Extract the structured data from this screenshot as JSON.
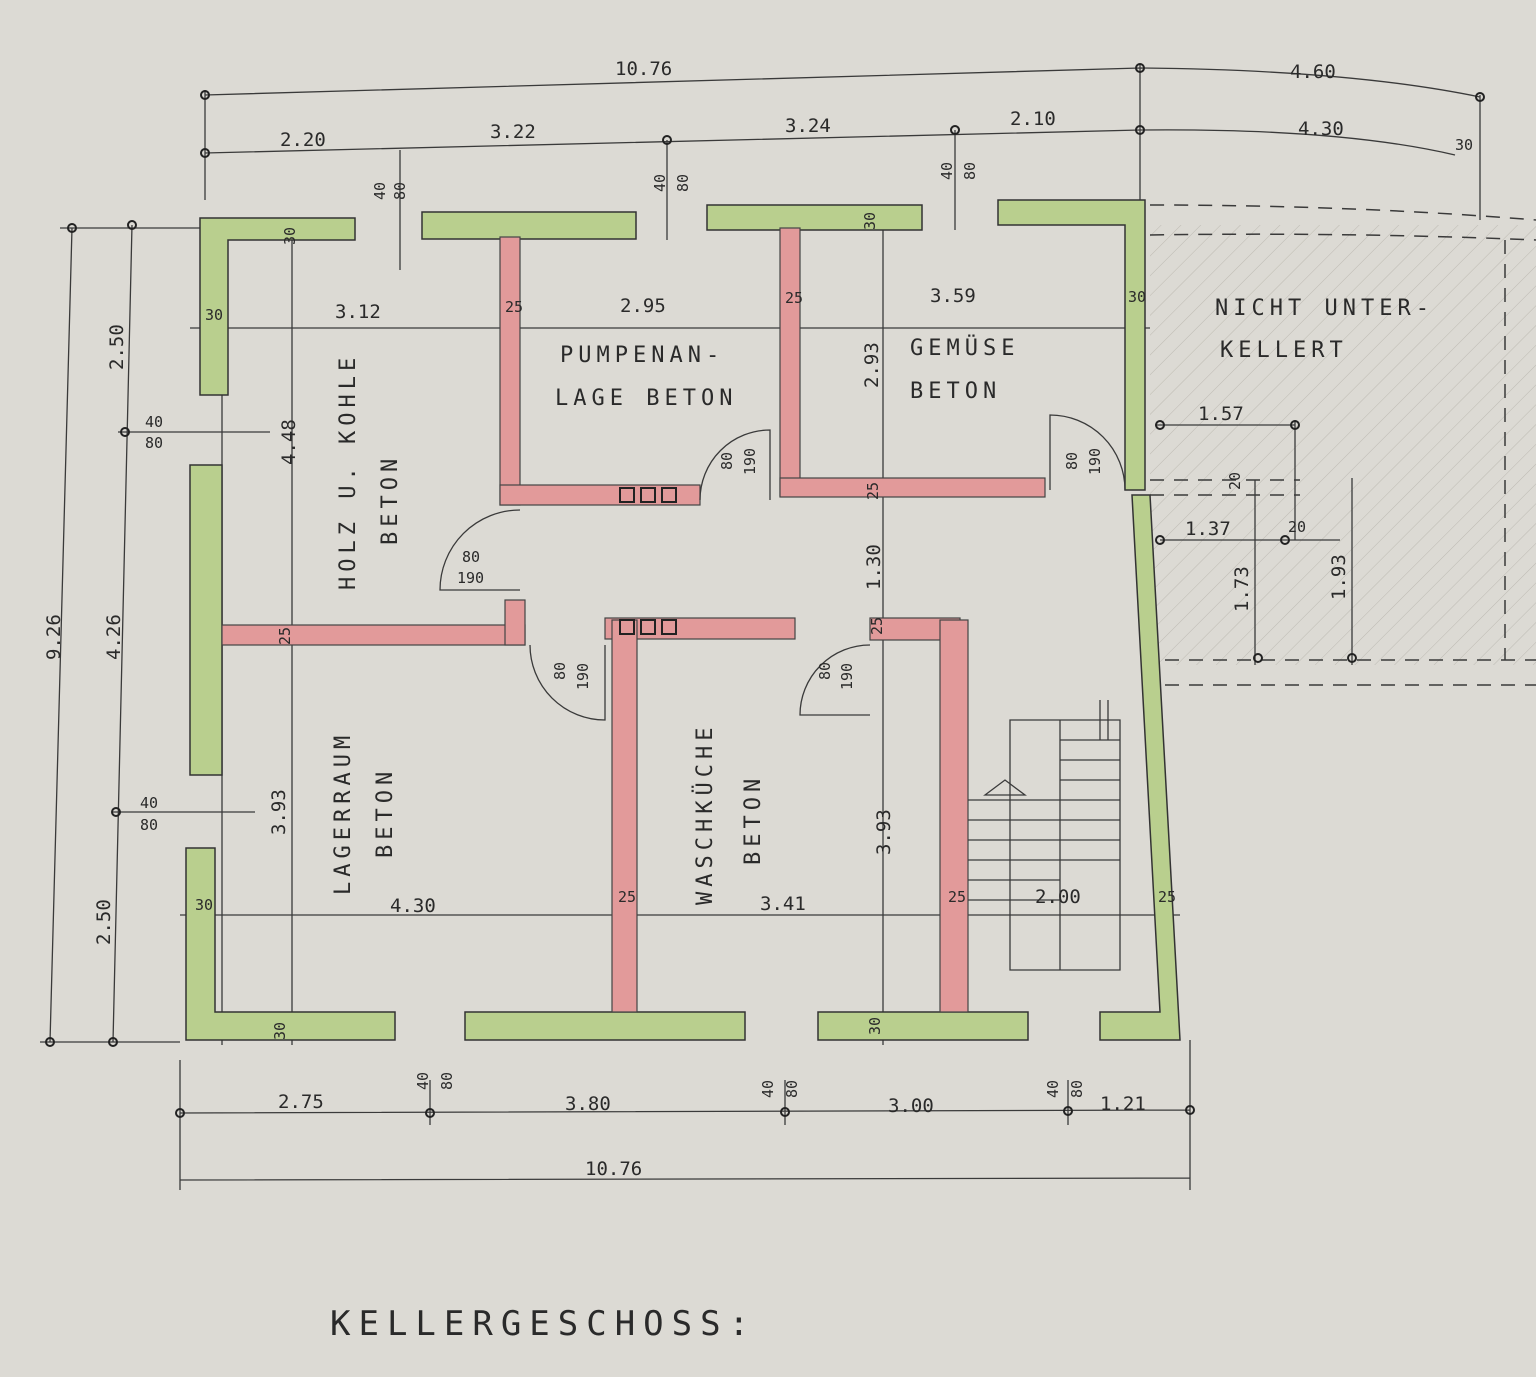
{
  "title": "KELLERGESCHOSS:",
  "colors": {
    "paper": "#dcdad4",
    "exterior_wall": "#b9cf8e",
    "interior_wall": "#e29a9a",
    "ink": "#2a2a2a"
  },
  "rooms": {
    "holz": [
      "HOLZ U. KOHLE",
      "BETON"
    ],
    "pumpen": [
      "PUMPENAN-",
      "LAGE  BETON"
    ],
    "gemuese": [
      "GEMÜSE",
      "BETON"
    ],
    "nicht": [
      "NICHT  UNTER-",
      "KELLERT"
    ],
    "lager": [
      "LAGERRAUM",
      "BETON"
    ],
    "wasch": [
      "WASCHKÜCHE",
      "BETON"
    ]
  },
  "dims": {
    "top_total": "10.76",
    "top_right_total": "4.60",
    "top_1": "2.20",
    "top_2": "3.22",
    "top_3": "3.24",
    "top_4": "2.10",
    "top_right": "4.30",
    "top_right_wall": "30",
    "bottom_total": "10.76",
    "bottom_1": "2.75",
    "bottom_2": "3.80",
    "bottom_3": "3.00",
    "bottom_4": "1.21",
    "left_total": "9.26",
    "left_1": "2.50",
    "left_2": "4.26",
    "left_3": "2.50",
    "win_w": "40",
    "win_h": "80",
    "door_w": "80",
    "door_h": "190",
    "room_w_holz": "3.12",
    "room_w_pumpen": "2.95",
    "room_w_gemuese": "3.59",
    "room_w_lager": "4.30",
    "room_w_wasch": "3.41",
    "stair_w": "2.00",
    "h_holz": "4.48",
    "h_gemuese": "2.93",
    "h_flur": "1.30",
    "h_lager": "3.93",
    "h_wasch": "3.93",
    "wall_30": "30",
    "wall_25": "25",
    "wall_20": "20",
    "r_157": "1.57",
    "r_137": "1.37",
    "r_173": "1.73",
    "r_193": "1.93"
  }
}
